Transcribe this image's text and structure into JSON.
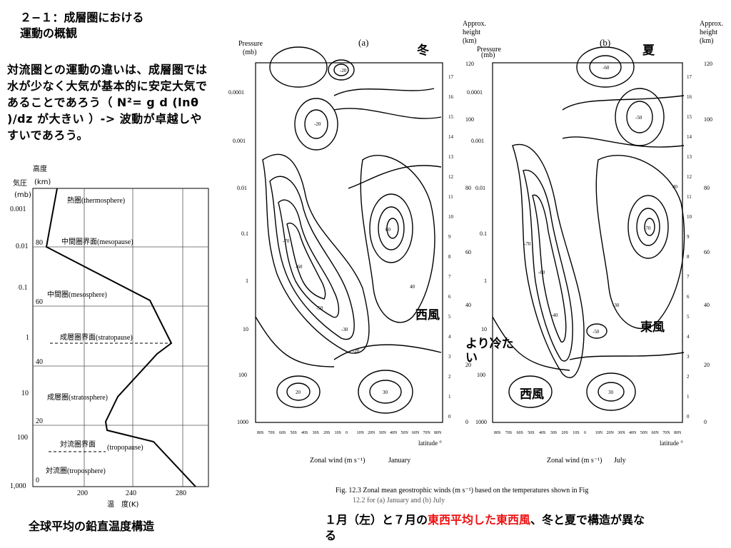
{
  "slide": {
    "title_line1": "２−１：成層圏における",
    "title_line2": "運動の概観",
    "paragraph": "対流圏との運動の違いは、成層圏では水が少なく大気が基本的に安定大気であることであろう（ N²= g d (lnθ )/dz が大きい ）-> 波動が卓越しやすいであろう。",
    "caption_left": "全球平均の鉛直温度構造",
    "caption_bottom_pre": "１月（左）と７月の",
    "caption_bottom_red": "東西平均した東西風",
    "caption_bottom_post": "、冬と夏で構造が異なる"
  },
  "temp_profile": {
    "label_height": "高度",
    "label_height_unit": "(km)",
    "label_pressure": "気圧",
    "label_pressure_unit": "(mb)",
    "pressure_ticks": [
      "0.001",
      "0.01",
      "0.1",
      "1",
      "10",
      "100",
      "1,000"
    ],
    "height_ticks": [
      "80",
      "60",
      "40",
      "20",
      "0"
    ],
    "temp_ticks": [
      "200",
      "240",
      "280"
    ],
    "xlabel": "温　度(K)",
    "layers": {
      "thermosphere": "熱圏(thermosphere)",
      "mesopause": "中間圏界面(mesopause)",
      "mesosphere": "中間圏(mesosphere)",
      "stratopause": "成層圏界面(stratopause)",
      "stratosphere": "成層圏(stratosphere)",
      "tropopause_jp": "対流圏界面",
      "tropopause_en": "(tropopause)",
      "troposphere": "対流圏(troposphere)"
    }
  },
  "wind_panels": {
    "panel_a_label": "(a)",
    "panel_b_label": "(b)",
    "season_a": "冬",
    "season_b": "夏",
    "pressure_label": "Pressure",
    "pressure_unit": "(mb)",
    "approx_height_label": "Approx.",
    "approx_height_label2": "height",
    "approx_height_unit": "(km)",
    "pressure_ticks": [
      "0.0001",
      "0.001",
      "0.01",
      "0.1",
      "1",
      "10",
      "100",
      "1000"
    ],
    "height_ticks": [
      "120",
      "100",
      "80",
      "60",
      "40",
      "20",
      "0"
    ],
    "level_ticks": [
      "17",
      "16",
      "15",
      "14",
      "13",
      "12",
      "11",
      "10",
      "9",
      "8",
      "7",
      "6",
      "5",
      "4",
      "3",
      "2",
      "1",
      "0"
    ],
    "lat_ticks": [
      "80S",
      "70S",
      "60S",
      "50S",
      "40S",
      "30S",
      "20S",
      "10S",
      "0",
      "10N",
      "20N",
      "30N",
      "40N",
      "50N",
      "60N",
      "70N",
      "80N"
    ],
    "lat_label": "latitude °",
    "xlabel": "Zonal wind (m s⁻¹)",
    "month_a": "January",
    "month_b": "July",
    "overlay_west_a": "西風",
    "overlay_east_b": "東風",
    "overlay_west_b": "西風",
    "overlay_colder": "より冷たい",
    "fig_caption_line1": "Fig. 12.3   Zonal mean geostrophic winds (m s⁻¹) based on the temperatures shown in Fig",
    "fig_caption_line2": "12.2 for (a) January and (b) July"
  }
}
